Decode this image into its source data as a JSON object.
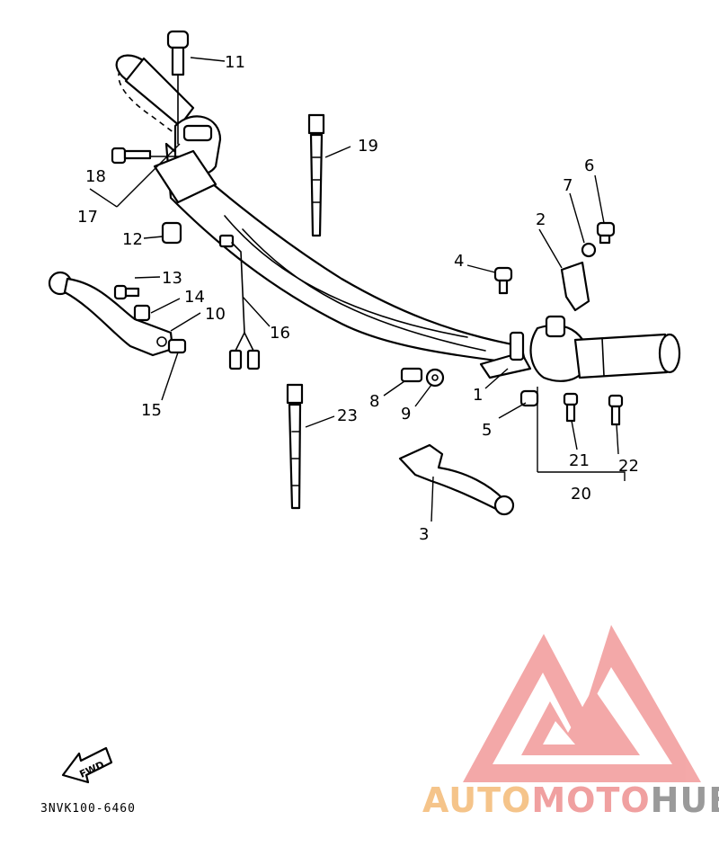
{
  "callouts": {
    "n1": "1",
    "n2": "2",
    "n3": "3",
    "n4": "4",
    "n5": "5",
    "n6": "6",
    "n7": "7",
    "n8": "8",
    "n9": "9",
    "n10": "10",
    "n11": "11",
    "n12": "12",
    "n13": "13",
    "n14": "14",
    "n15": "15",
    "n16": "16",
    "n17": "17",
    "n18": "18",
    "n19": "19",
    "n20": "20",
    "n21": "21",
    "n22": "22",
    "n23": "23"
  },
  "fwd_label": "FWD",
  "diagram_code": "3NVK100-6460",
  "watermark": {
    "part1": "AUTO",
    "part2": "MOTO",
    "part3": "HUB",
    "colors": {
      "auto": "#f5c48a",
      "moto": "#f0a0a0",
      "hub": "#9a9a9a",
      "logo": "#f08c8c"
    }
  }
}
